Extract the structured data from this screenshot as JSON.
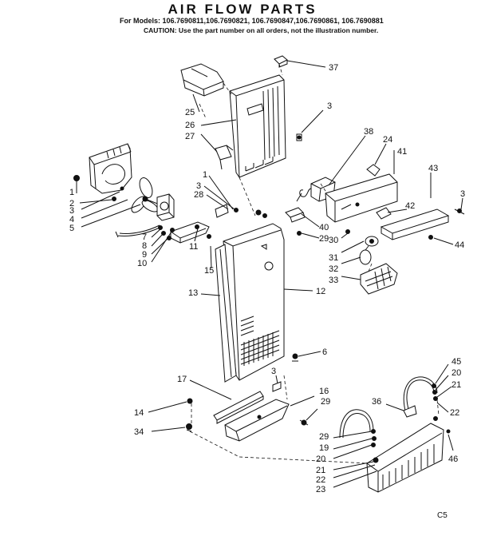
{
  "header": {
    "title": "AIR FLOW PARTS",
    "models": "For Models: 106.7690811,106.7690821, 106.7690847,106.7690861, 106.7690881",
    "caution": "CAUTION: Use the part number on all orders, not the illustration number."
  },
  "callouts": {
    "c1a": "1",
    "c2": "2",
    "c3a": "3",
    "c4": "4",
    "c5": "5",
    "c7": "7",
    "c8": "8",
    "c9": "9",
    "c10": "10",
    "c11": "11",
    "c1b": "1",
    "c3b": "3",
    "c28": "28",
    "c15": "15",
    "c13": "13",
    "c25": "25",
    "c26": "26",
    "c27": "27",
    "c37": "37",
    "c3c": "3",
    "c38": "38",
    "c24": "24",
    "c41": "41",
    "c43": "43",
    "c3d": "3",
    "c42": "42",
    "c44": "44",
    "c40": "40",
    "c29a": "29",
    "c30": "30",
    "c31": "31",
    "c32": "32",
    "c33": "33",
    "c12": "12",
    "c6": "6",
    "c3e": "3",
    "c16": "16",
    "c29b": "29",
    "c17": "17",
    "c14": "14",
    "c34": "34",
    "c45": "45",
    "c20a": "20",
    "c21a": "21",
    "c36": "36",
    "c22a": "22",
    "c29c": "29",
    "c19": "19",
    "c20b": "20",
    "c21b": "21",
    "c22b": "22",
    "c23": "23",
    "c46": "46"
  },
  "footer": {
    "code": "C5"
  }
}
